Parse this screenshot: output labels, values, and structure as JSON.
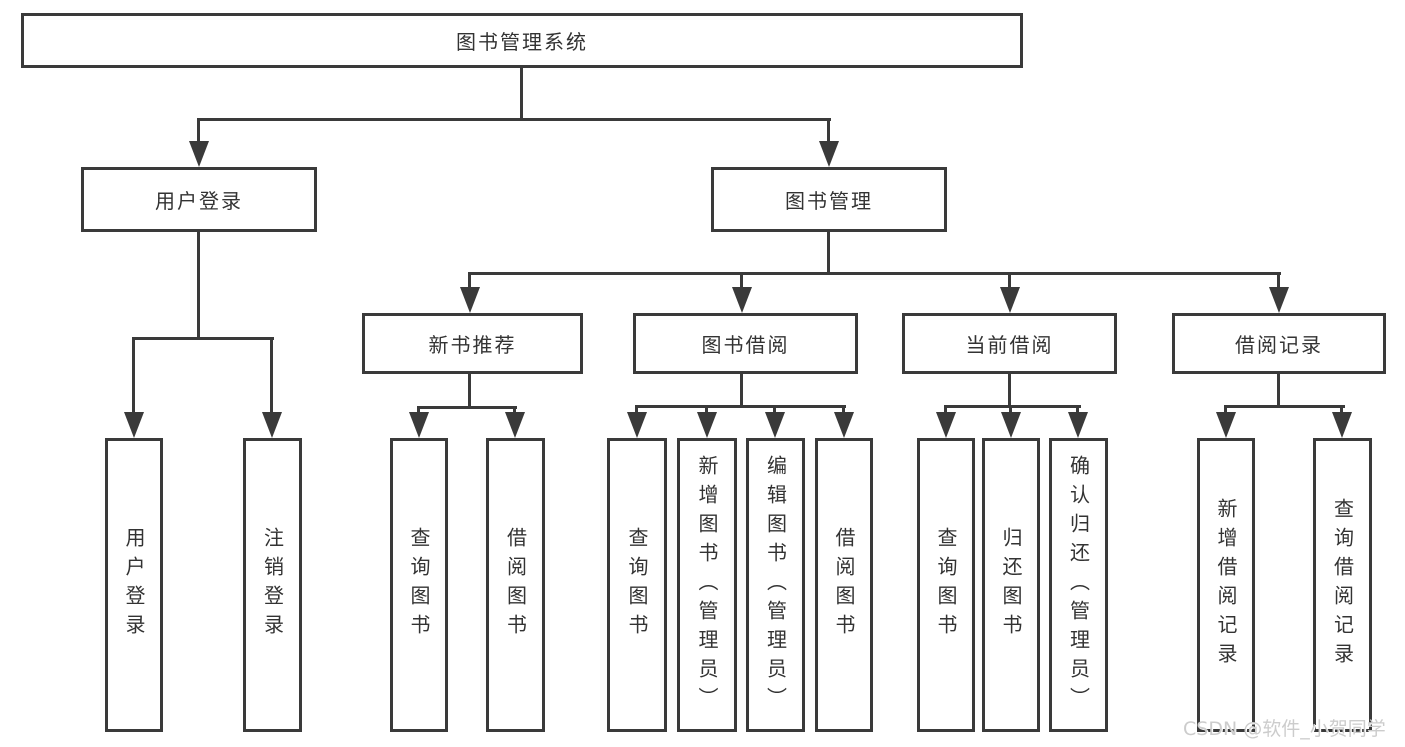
{
  "nodes": {
    "root": "图书管理系统",
    "user_login": "用户登录",
    "book_mgmt": "图书管理",
    "new_book_rec": "新书推荐",
    "book_borrow": "图书借阅",
    "current_borrow": "当前借阅",
    "borrow_records": "借阅记录",
    "leaf_user_login": "用户登录",
    "leaf_logout": "注销登录",
    "leaf_nbr_query": "查询图书",
    "leaf_nbr_borrow": "借阅图书",
    "leaf_bb_query": "查询图书",
    "leaf_bb_add": "新增图书（管理员）",
    "leaf_bb_edit": "编辑图书（管理员）",
    "leaf_bb_borrow": "借阅图书",
    "leaf_cb_query": "查询图书",
    "leaf_cb_return": "归还图书",
    "leaf_cb_confirm": "确认归还（管理员）",
    "leaf_br_add": "新增借阅记录",
    "leaf_br_query": "查询借阅记录"
  },
  "tree": {
    "label": "图书管理系统",
    "children": [
      {
        "label": "用户登录",
        "children": [
          {
            "label": "用户登录"
          },
          {
            "label": "注销登录"
          }
        ]
      },
      {
        "label": "图书管理",
        "children": [
          {
            "label": "新书推荐",
            "children": [
              {
                "label": "查询图书"
              },
              {
                "label": "借阅图书"
              }
            ]
          },
          {
            "label": "图书借阅",
            "children": [
              {
                "label": "查询图书"
              },
              {
                "label": "新增图书（管理员）"
              },
              {
                "label": "编辑图书（管理员）"
              },
              {
                "label": "借阅图书"
              }
            ]
          },
          {
            "label": "当前借阅",
            "children": [
              {
                "label": "查询图书"
              },
              {
                "label": "归还图书"
              },
              {
                "label": "确认归还（管理员）"
              }
            ]
          },
          {
            "label": "借阅记录",
            "children": [
              {
                "label": "新增借阅记录"
              },
              {
                "label": "查询借阅记录"
              }
            ]
          }
        ]
      }
    ]
  },
  "watermark": "CSDN @软件_小贺同学",
  "colors": {
    "line": "#3a3a3a",
    "text": "#333333",
    "background": "#ffffff",
    "watermark": "#cccccc"
  }
}
